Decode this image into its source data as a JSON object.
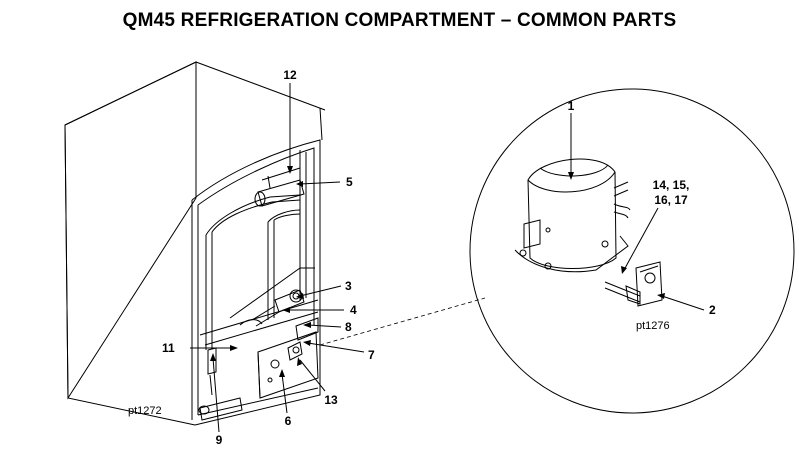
{
  "title": "QM45 REFRIGERATION COMPARTMENT – COMMON PARTS",
  "captions": {
    "main": "pt1272",
    "inset": "pt1276"
  },
  "callouts": {
    "c1": "1",
    "c2": "2",
    "c3": "3",
    "c4": "4",
    "c5": "5",
    "c6": "6",
    "c7": "7",
    "c8": "8",
    "c9": "9",
    "c11": "11",
    "c12": "12",
    "c13": "13",
    "c14a": "14, 15,",
    "c14b": "16, 17"
  }
}
